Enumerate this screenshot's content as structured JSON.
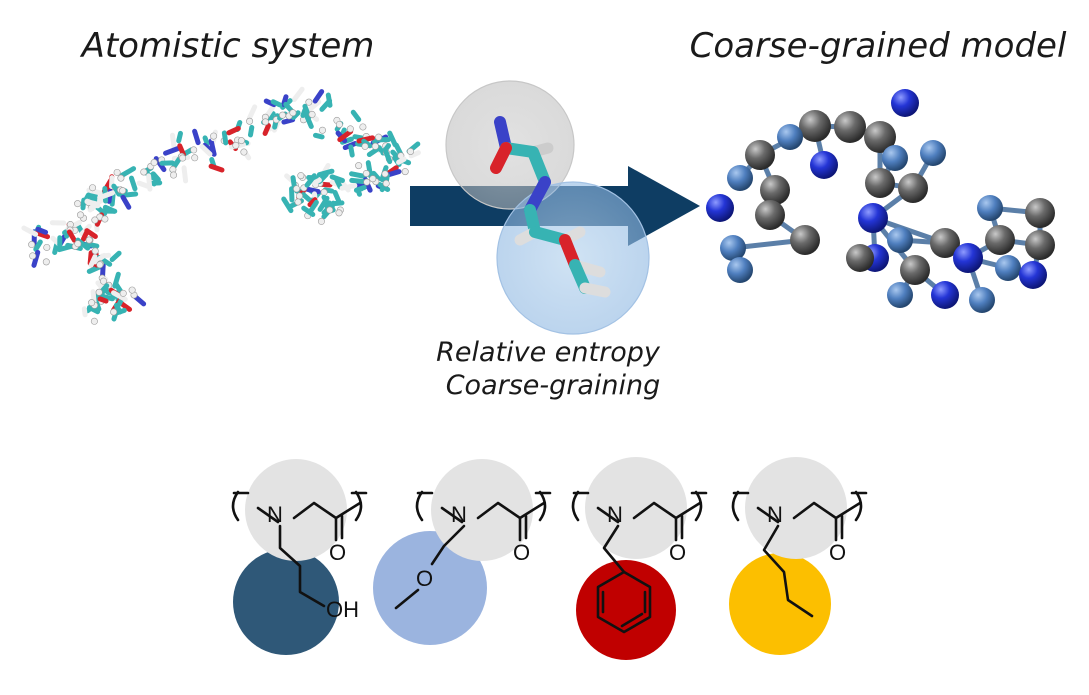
{
  "titles": {
    "left": "Atomistic system",
    "right": "Coarse-grained model"
  },
  "process": {
    "line1": "Relative entropy",
    "line2": "Coarse-graining"
  },
  "monomers": [
    {
      "color": "#2f5878",
      "atom_n": "N",
      "atom_o": "O",
      "terminal": "OH"
    },
    {
      "color": "#9bb4df",
      "atom_n": "N",
      "atom_o": "O",
      "terminal": "O"
    },
    {
      "color": "#c00000",
      "atom_n": "N",
      "atom_o": "O",
      "terminal": ""
    },
    {
      "color": "#fcbf00",
      "atom_n": "N",
      "atom_o": "O",
      "terminal": ""
    }
  ],
  "colors": {
    "arrow": "#0e3d63",
    "backbone_circle": "#e3e3e3",
    "cg_gray": "#4d4d4d",
    "cg_blue_dark": "#1c2fc4",
    "cg_blue_light": "#4f7fbf",
    "carbon": "#37b3b3",
    "oxygen": "#d8232a",
    "nitrogen": "#3a42c8",
    "hydrogen": "#eeeeee"
  },
  "icons": {
    "arrow": "process-arrow-icon",
    "atomistic": "molecule-icon",
    "cg": "bead-model-icon"
  }
}
